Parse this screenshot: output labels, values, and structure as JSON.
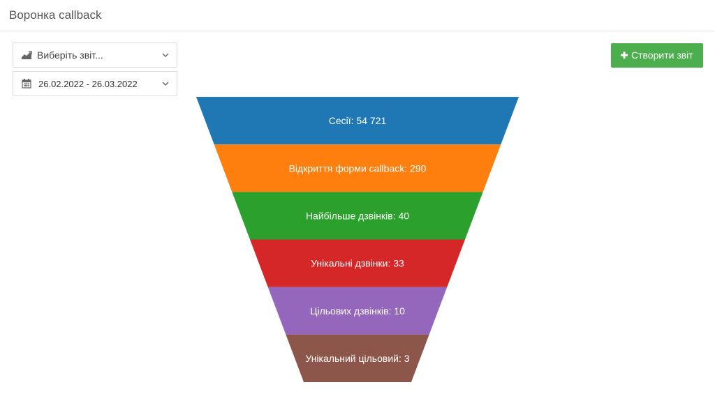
{
  "header": {
    "title": "Воронка callback"
  },
  "controls": {
    "report_select": {
      "placeholder": "Виберіть звіт...",
      "icon": "area-chart-icon"
    },
    "date_range": {
      "value": "26.02.2022 - 26.03.2022",
      "icon": "calendar-icon"
    },
    "create_button": {
      "label": "Створити звіт",
      "icon": "plus-icon",
      "color": "#4cae4c"
    }
  },
  "chart_data": {
    "type": "funnel",
    "stages": [
      {
        "label": "Сесії: 54 721",
        "name": "Сесії",
        "value": 54721,
        "color": "#1f77b4"
      },
      {
        "label": "Відкриття форми callback: 290",
        "name": "Відкриття форми callback",
        "value": 290,
        "color": "#ff7f0e"
      },
      {
        "label": "Найбільше дзвінків: 40",
        "name": "Найбільше дзвінків",
        "value": 40,
        "color": "#2ca02c"
      },
      {
        "label": "Унікальні дзвінки: 33",
        "name": "Унікальні дзвінки",
        "value": 33,
        "color": "#d62728"
      },
      {
        "label": "Цільових дзвінків: 10",
        "name": "Цільових дзвінків",
        "value": 10,
        "color": "#9467bd"
      },
      {
        "label": "Унікальний цільовий: 3",
        "name": "Унікальний цільовий",
        "value": 3,
        "color": "#8c564b"
      }
    ]
  }
}
